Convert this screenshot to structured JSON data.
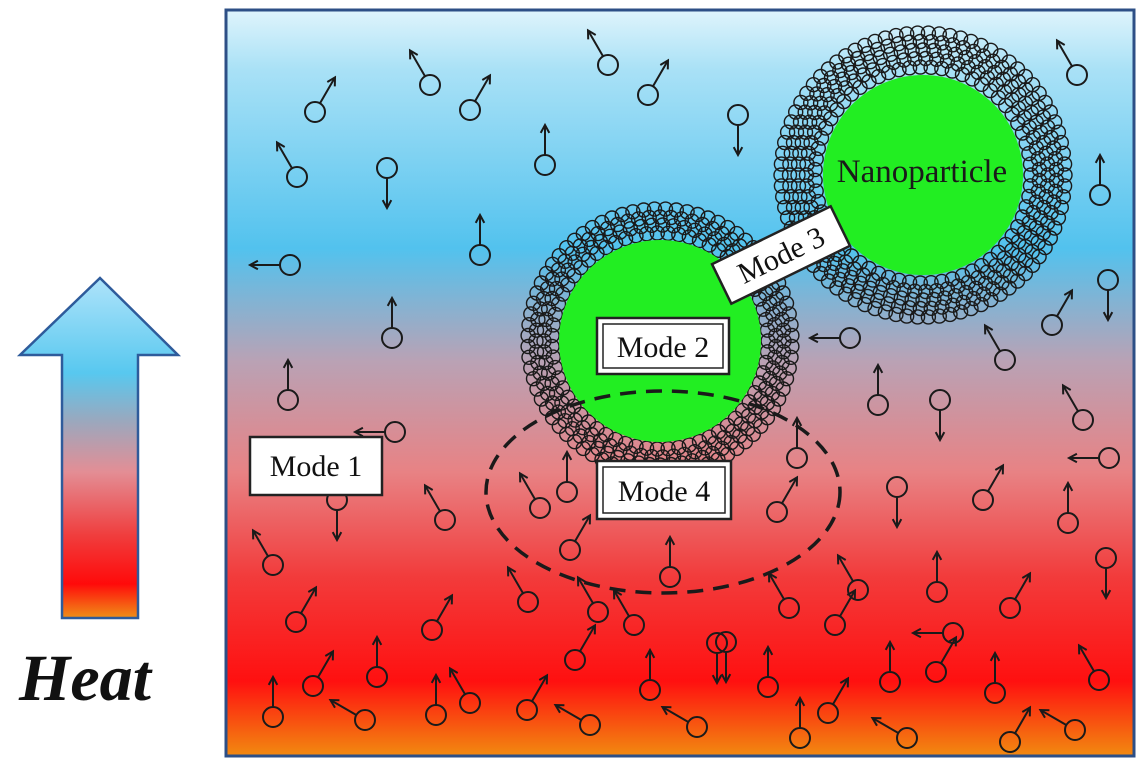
{
  "figure": {
    "heat_label": "Heat",
    "nanoparticle_label": "Nanoparticle",
    "modes": {
      "mode1": "Mode 1",
      "mode2": "Mode 2",
      "mode3": "Mode 3",
      "mode4": "Mode 4"
    },
    "colors": {
      "cool": "#8fd3f4",
      "warm": "#ee2a2a",
      "hot": "#f07010",
      "nanoparticle": "#22ee22",
      "frame": "#2d4f86"
    }
  }
}
